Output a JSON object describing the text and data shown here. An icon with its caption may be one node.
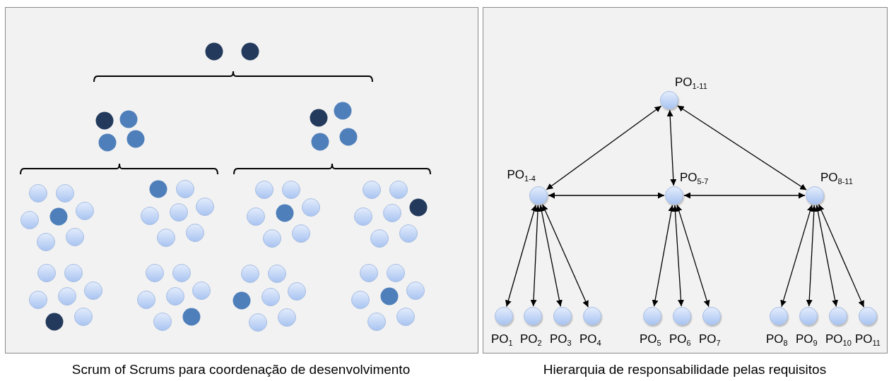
{
  "diagram": {
    "nodes": [
      {
        "text": [
          "PO$_{1-11}$"
        ]
      },
      {
        "text": [
          "PO$_{1-4}$"
        ]
      },
      {
        "text": [
          "PO$_{5-7}$"
        ]
      },
      {
        "text": [
          "PO$_{8-11}$"
        ]
      },
      {
        "text": [
          "PO$_{1}$"
        ]
      },
      {
        "text": [
          "PO$_{2}$"
        ]
      },
      {
        "text": [
          "PO$_{3}$"
        ]
      },
      {
        "text": [
          "PO$_{4}$"
        ]
      },
      {
        "text": [
          "PO$_{5}$"
        ]
      },
      {
        "text": [
          "PO$_{6}$"
        ]
      },
      {
        "text": [
          "PO$_{7}$"
        ]
      },
      {
        "text": [
          "PO$_{8}$"
        ]
      },
      {
        "text": [
          "PO$_{9}$"
        ]
      },
      {
        "text": [
          "PO$_{10}$"
        ]
      },
      {
        "text": [
          "PO$_{11}$"
        ]
      }
    ],
    "edges": [
      {
        "from": 0,
        "to": 1,
        "arrow": "both"
      },
      {
        "from": 0,
        "to": 2,
        "arrow": "both"
      },
      {
        "from": 0,
        "to": 3,
        "arrow": "both"
      },
      {
        "from": 1,
        "to": 2,
        "arrow": "both"
      },
      {
        "from": 2,
        "to": 3,
        "arrow": "both"
      },
      {
        "from": 1,
        "to": 4,
        "arrow": "both"
      },
      {
        "from": 1,
        "to": 5,
        "arrow": "both"
      },
      {
        "from": 1,
        "to": 6,
        "arrow": "both"
      },
      {
        "from": 1,
        "to": 7,
        "arrow": "both"
      },
      {
        "from": 2,
        "to": 8,
        "arrow": "both"
      },
      {
        "from": 2,
        "to": 9,
        "arrow": "both"
      },
      {
        "from": 2,
        "to": 10,
        "arrow": "both"
      },
      {
        "from": 3,
        "to": 11,
        "arrow": "both"
      },
      {
        "from": 3,
        "to": 12,
        "arrow": "both"
      },
      {
        "from": 3,
        "to": 13,
        "arrow": "both"
      },
      {
        "from": 3,
        "to": 14,
        "arrow": "both"
      }
    ],
    "labels": [
      "Scrum of Scrums para coordenação de desenvolvimento",
      "Hierarquia de responsabilidade pelas requisitos"
    ]
  }
}
